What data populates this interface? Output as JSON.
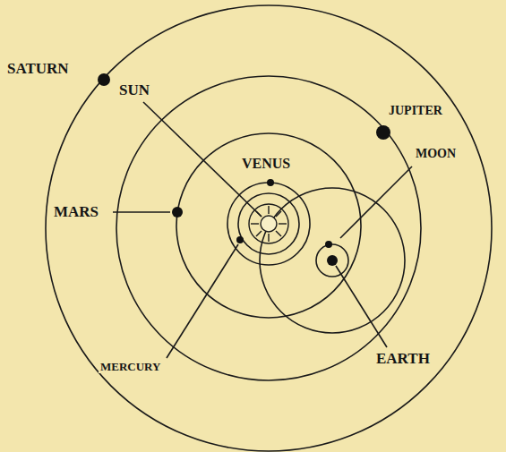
{
  "diagram": {
    "labels": [
      "SATURN",
      "SUN",
      "JUPITER",
      "MOON",
      "VENUS",
      "MARS",
      "MERCURY",
      "EARTH"
    ]
  }
}
